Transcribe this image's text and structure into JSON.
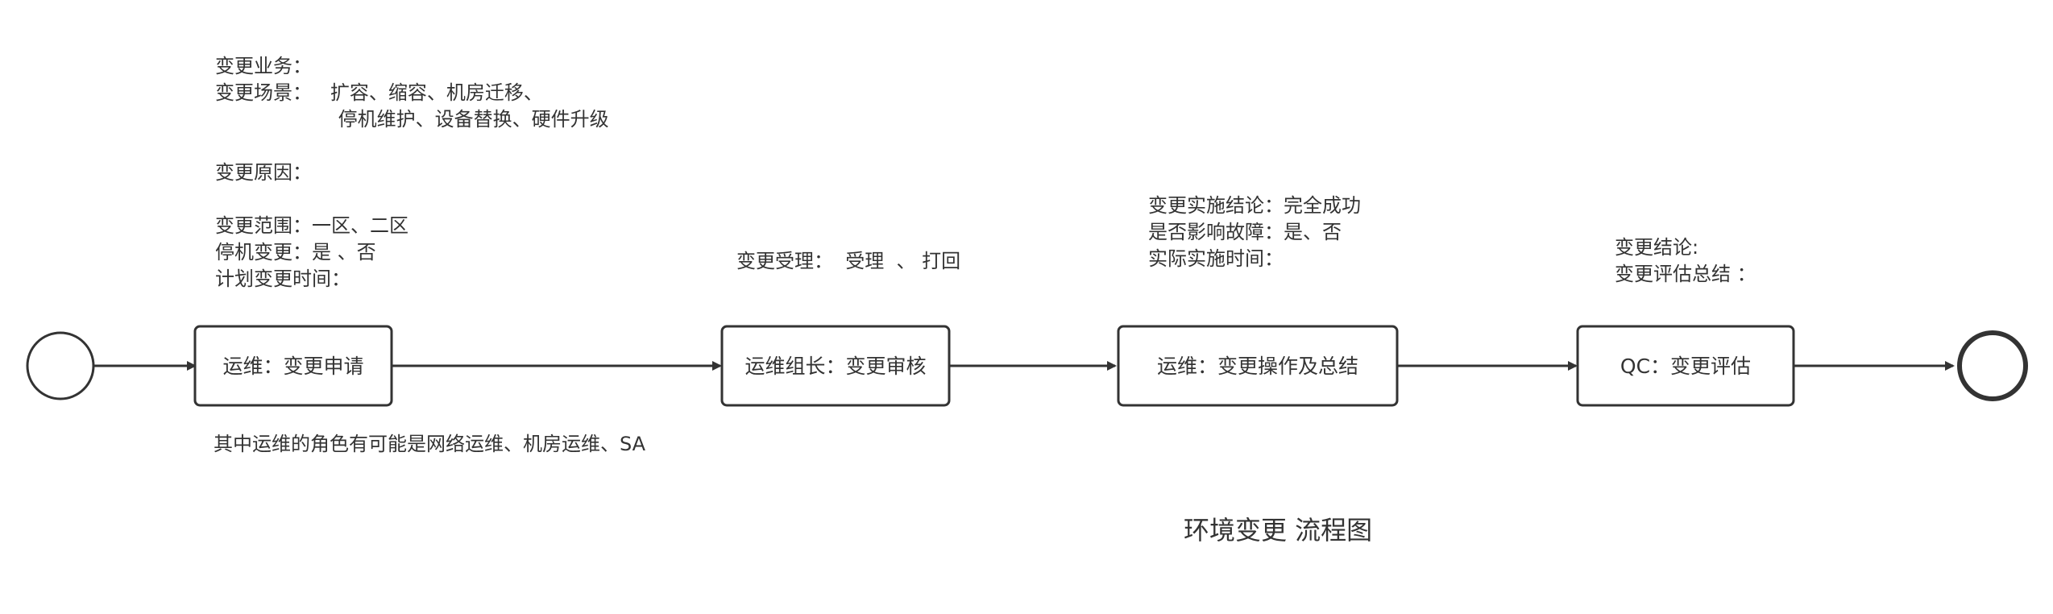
{
  "diagram": {
    "title": "环境变更 流程图",
    "nodes": [
      {
        "id": "start",
        "type": "start-event"
      },
      {
        "id": "apply",
        "type": "task",
        "label": "运维：变更申请"
      },
      {
        "id": "review",
        "type": "task",
        "label": "运维组长：变更审核"
      },
      {
        "id": "operate",
        "type": "task",
        "label": "运维：变更操作及总结"
      },
      {
        "id": "evaluate",
        "type": "task",
        "label": "QC：变更评估"
      },
      {
        "id": "end",
        "type": "end-event"
      }
    ],
    "edges": [
      {
        "from": "start",
        "to": "apply"
      },
      {
        "from": "apply",
        "to": "review"
      },
      {
        "from": "review",
        "to": "operate"
      },
      {
        "from": "operate",
        "to": "evaluate"
      },
      {
        "from": "evaluate",
        "to": "end"
      }
    ],
    "notes": {
      "apply": [
        "变更业务：",
        "变更场景：   扩容、缩容、机房迁移、",
        "                    停机维护、设备替换、硬件升级",
        "",
        "变更原因：",
        "",
        "变更范围：一区、二区",
        "停机变更：是 、否",
        "计划变更时间："
      ],
      "apply_below": "其中运维的角色有可能是网络运维、机房运维、SA",
      "review": "变更受理：  受理  、 打回",
      "operate": [
        "变更实施结论：完全成功",
        "是否影响故障：是、否",
        "实际实施时间："
      ],
      "evaluate": [
        "变更结论:",
        "变更评估总结 ："
      ]
    }
  }
}
